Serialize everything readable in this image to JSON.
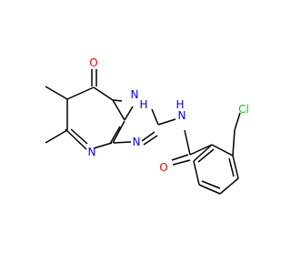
{
  "structure": {
    "atoms": {
      "oxygen_ketone": "O",
      "nitrogen_1h": "N",
      "hydrogen_1h": "H",
      "nitrogen_amide": "N",
      "hydrogen_amide": "H",
      "chlorine": "Cl",
      "oxygen_amide": "O",
      "nitrogen_pyrimidine": "N",
      "nitrogen_triazole": "N"
    },
    "colors": {
      "bond": "#000000",
      "oxygen": "#ff0000",
      "nitrogen": "#0000ff",
      "chlorine": "#00cc00"
    }
  }
}
